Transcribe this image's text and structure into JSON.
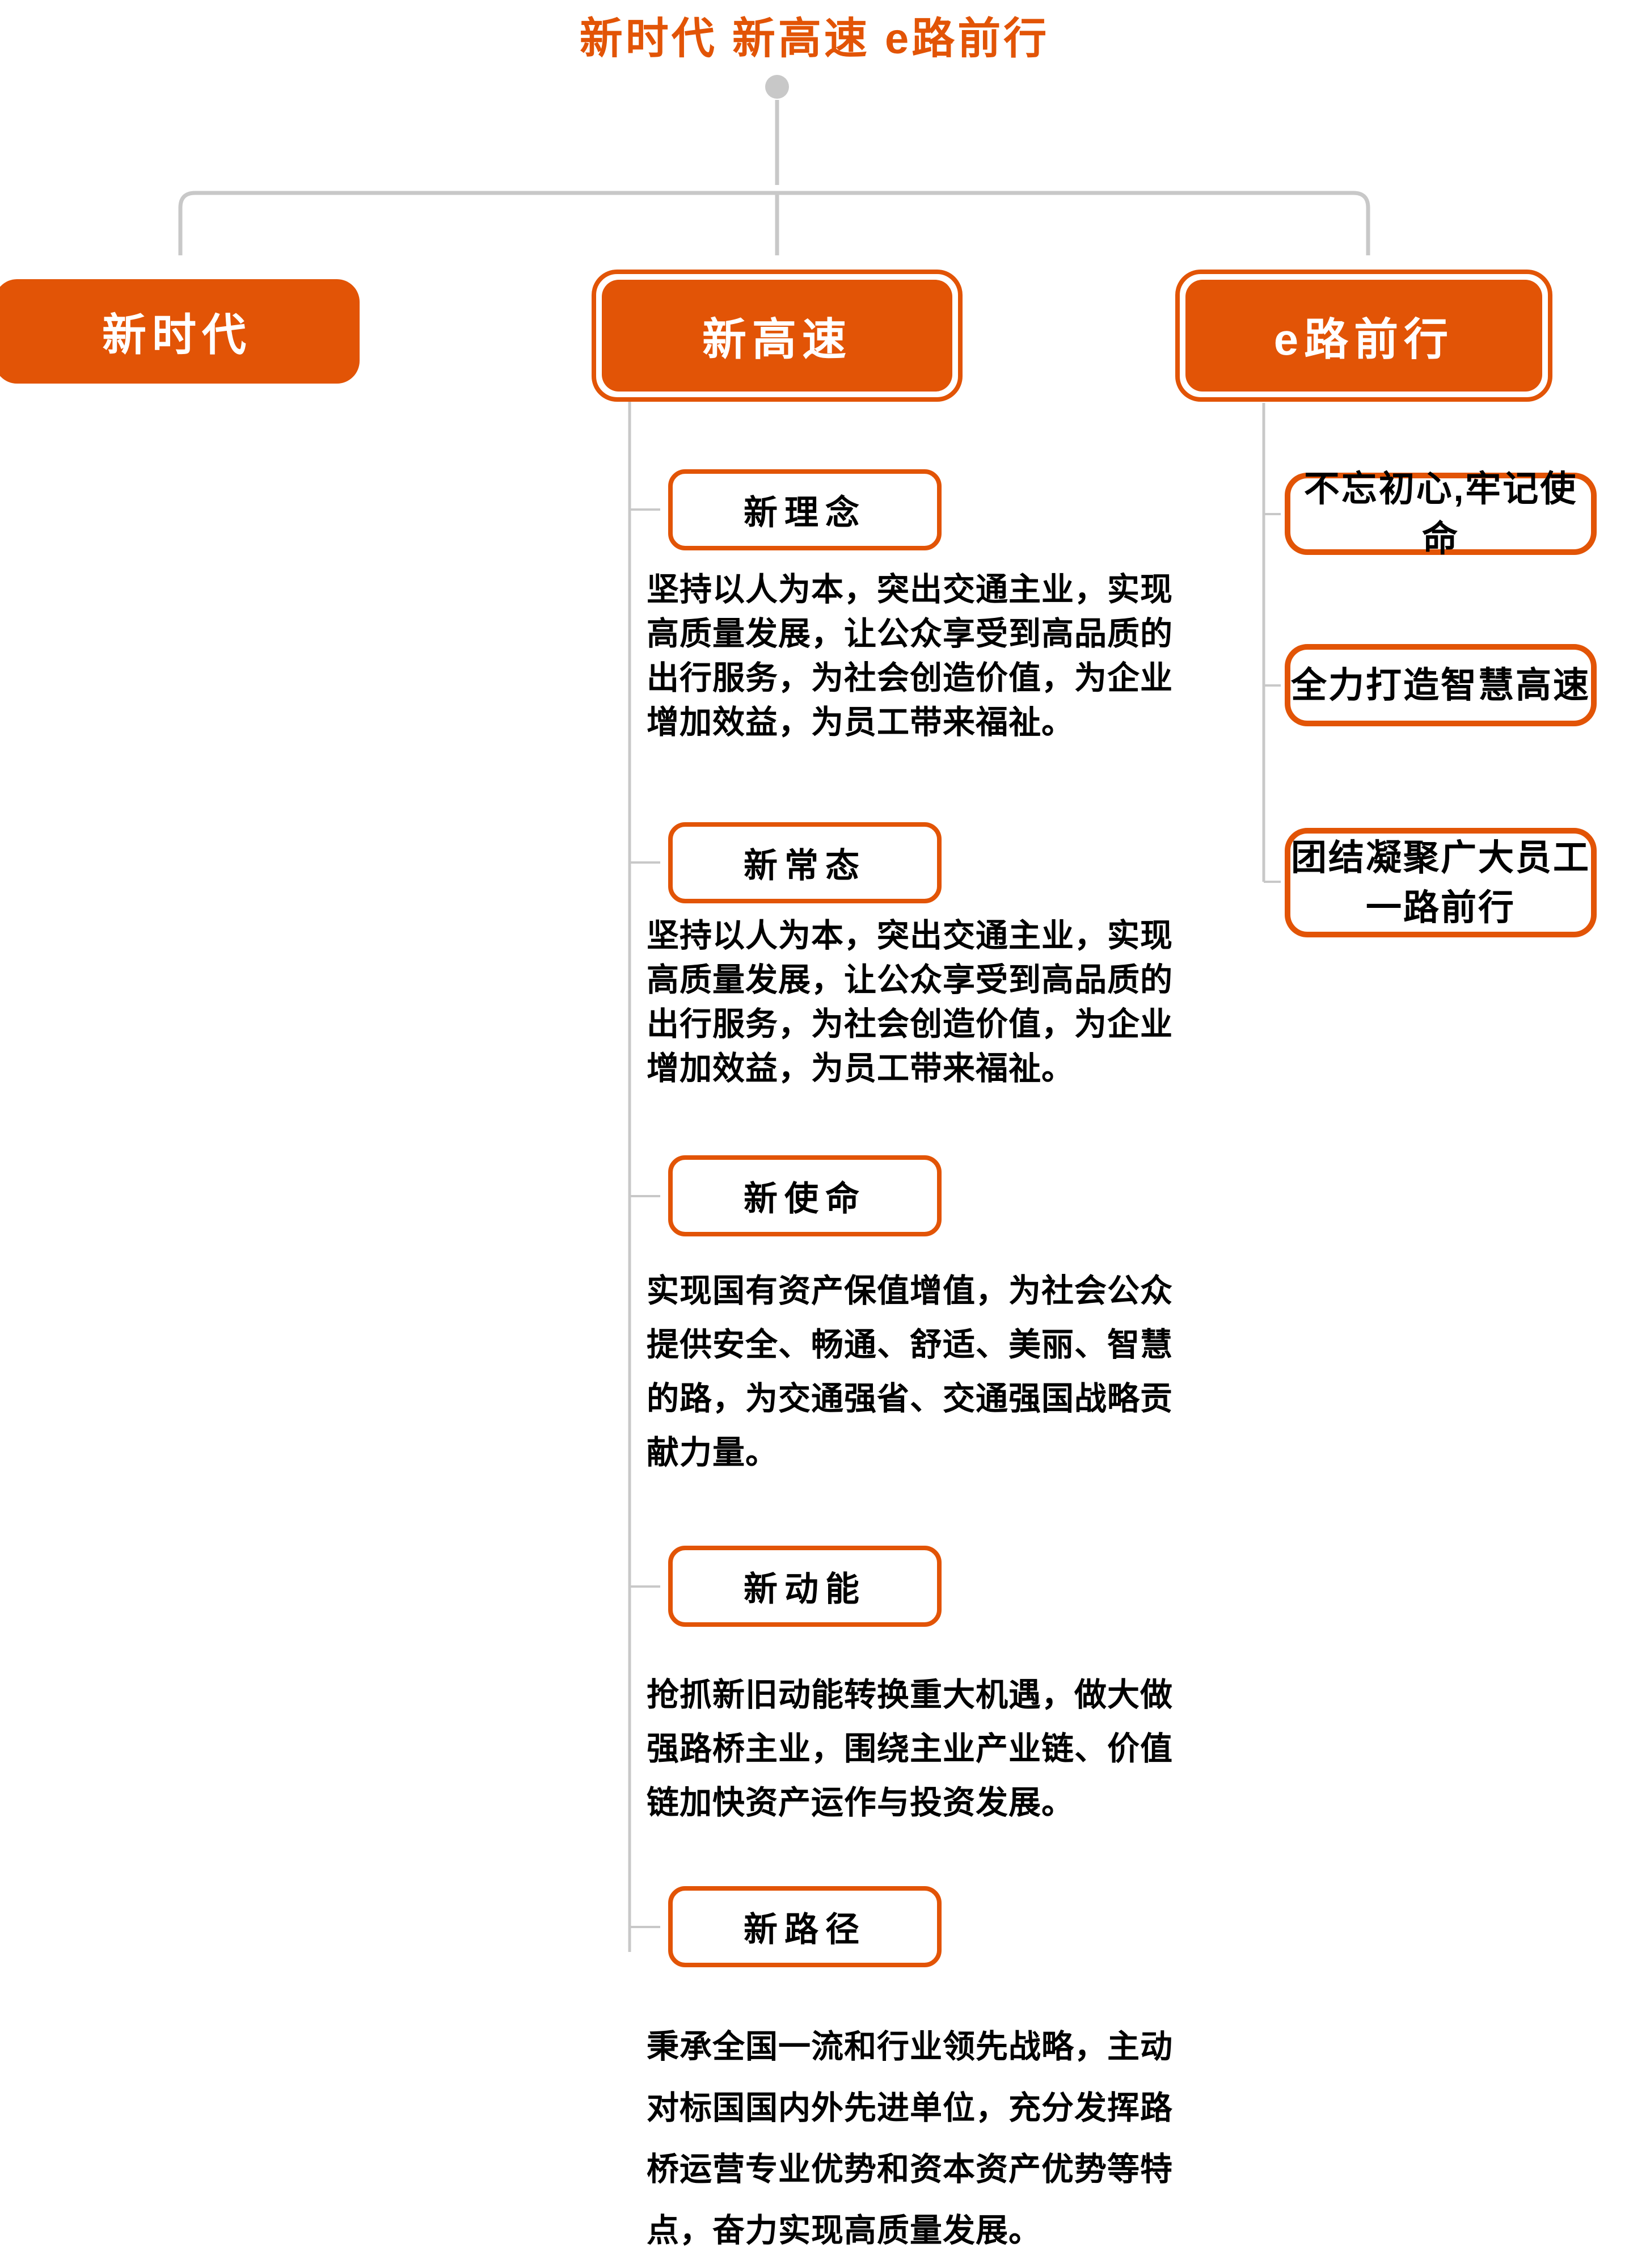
{
  "title": "新时代 新高速 e路前行",
  "colors": {
    "accent_orange": "#E25406",
    "connector_gray": "#C8C8C8",
    "body_text": "#000000",
    "root_label_text": "#FFFFFF",
    "background": "#FFFFFF"
  },
  "root_nodes": [
    {
      "label": "新时代"
    },
    {
      "label": "新高速"
    },
    {
      "label": "e路前行"
    }
  ],
  "xingaosu_children": [
    {
      "label": "新理念",
      "description": "坚持以人为本，突出交通主业，实现\n高质量发展，让公众享受到高品质的\n出行服务，为社会创造价值，为企业\n增加效益，为员工带来福祉。"
    },
    {
      "label": "新常态",
      "description": "坚持以人为本，突出交通主业，实现\n高质量发展，让公众享受到高品质的\n出行服务，为社会创造价值，为企业\n增加效益，为员工带来福祉。"
    },
    {
      "label": "新使命",
      "description": "实现国有资产保值增值，为社会公众\n提供安全、畅通、舒适、美丽、智慧\n的路，为交通强省、交通强国战略贡\n献力量。"
    },
    {
      "label": "新动能",
      "description": "抢抓新旧动能转换重大机遇，做大做\n强路桥主业，围绕主业产业链、价值\n链加快资产运作与投资发展。"
    },
    {
      "label": "新路径",
      "description": "秉承全国一流和行业领先战略，主动\n对标国国内外先进单位，充分发挥路\n桥运营专业优势和资本资产优势等特\n点，奋力实现高质量发展。"
    }
  ],
  "eluqianxing_children": [
    {
      "label": "不忘初心,牢记使命"
    },
    {
      "label": "全力打造智慧高速"
    },
    {
      "label": "团结凝聚广大员工\n一路前行"
    }
  ]
}
